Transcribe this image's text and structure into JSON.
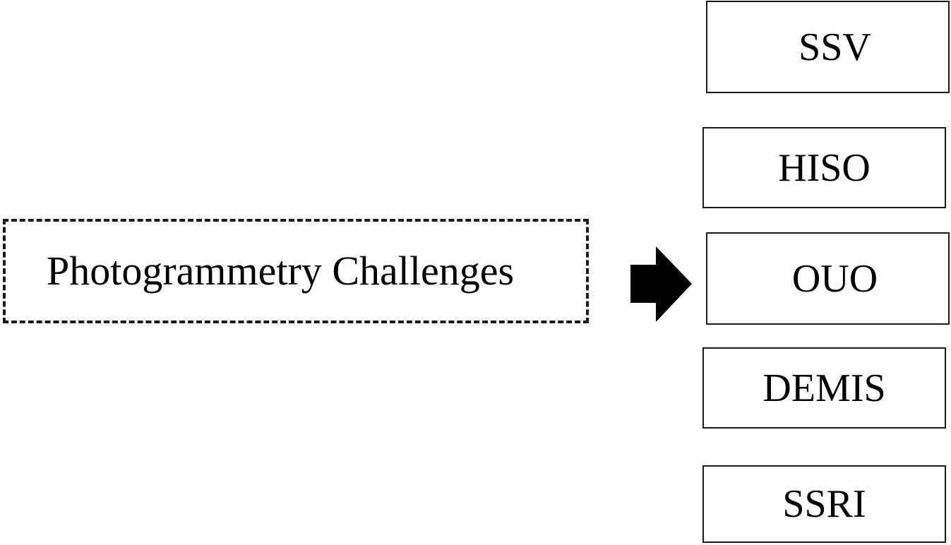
{
  "diagram": {
    "source": {
      "label": "Photogrammetry Challenges"
    },
    "targets": [
      {
        "label": "SSV"
      },
      {
        "label": "HISO"
      },
      {
        "label": "OUO"
      },
      {
        "label": "DEMIS"
      },
      {
        "label": "SSRI"
      }
    ],
    "colors": {
      "stroke": "#1a1a1a",
      "arrow_fill": "#000000",
      "background": "#ffffff",
      "text": "#000000"
    }
  }
}
